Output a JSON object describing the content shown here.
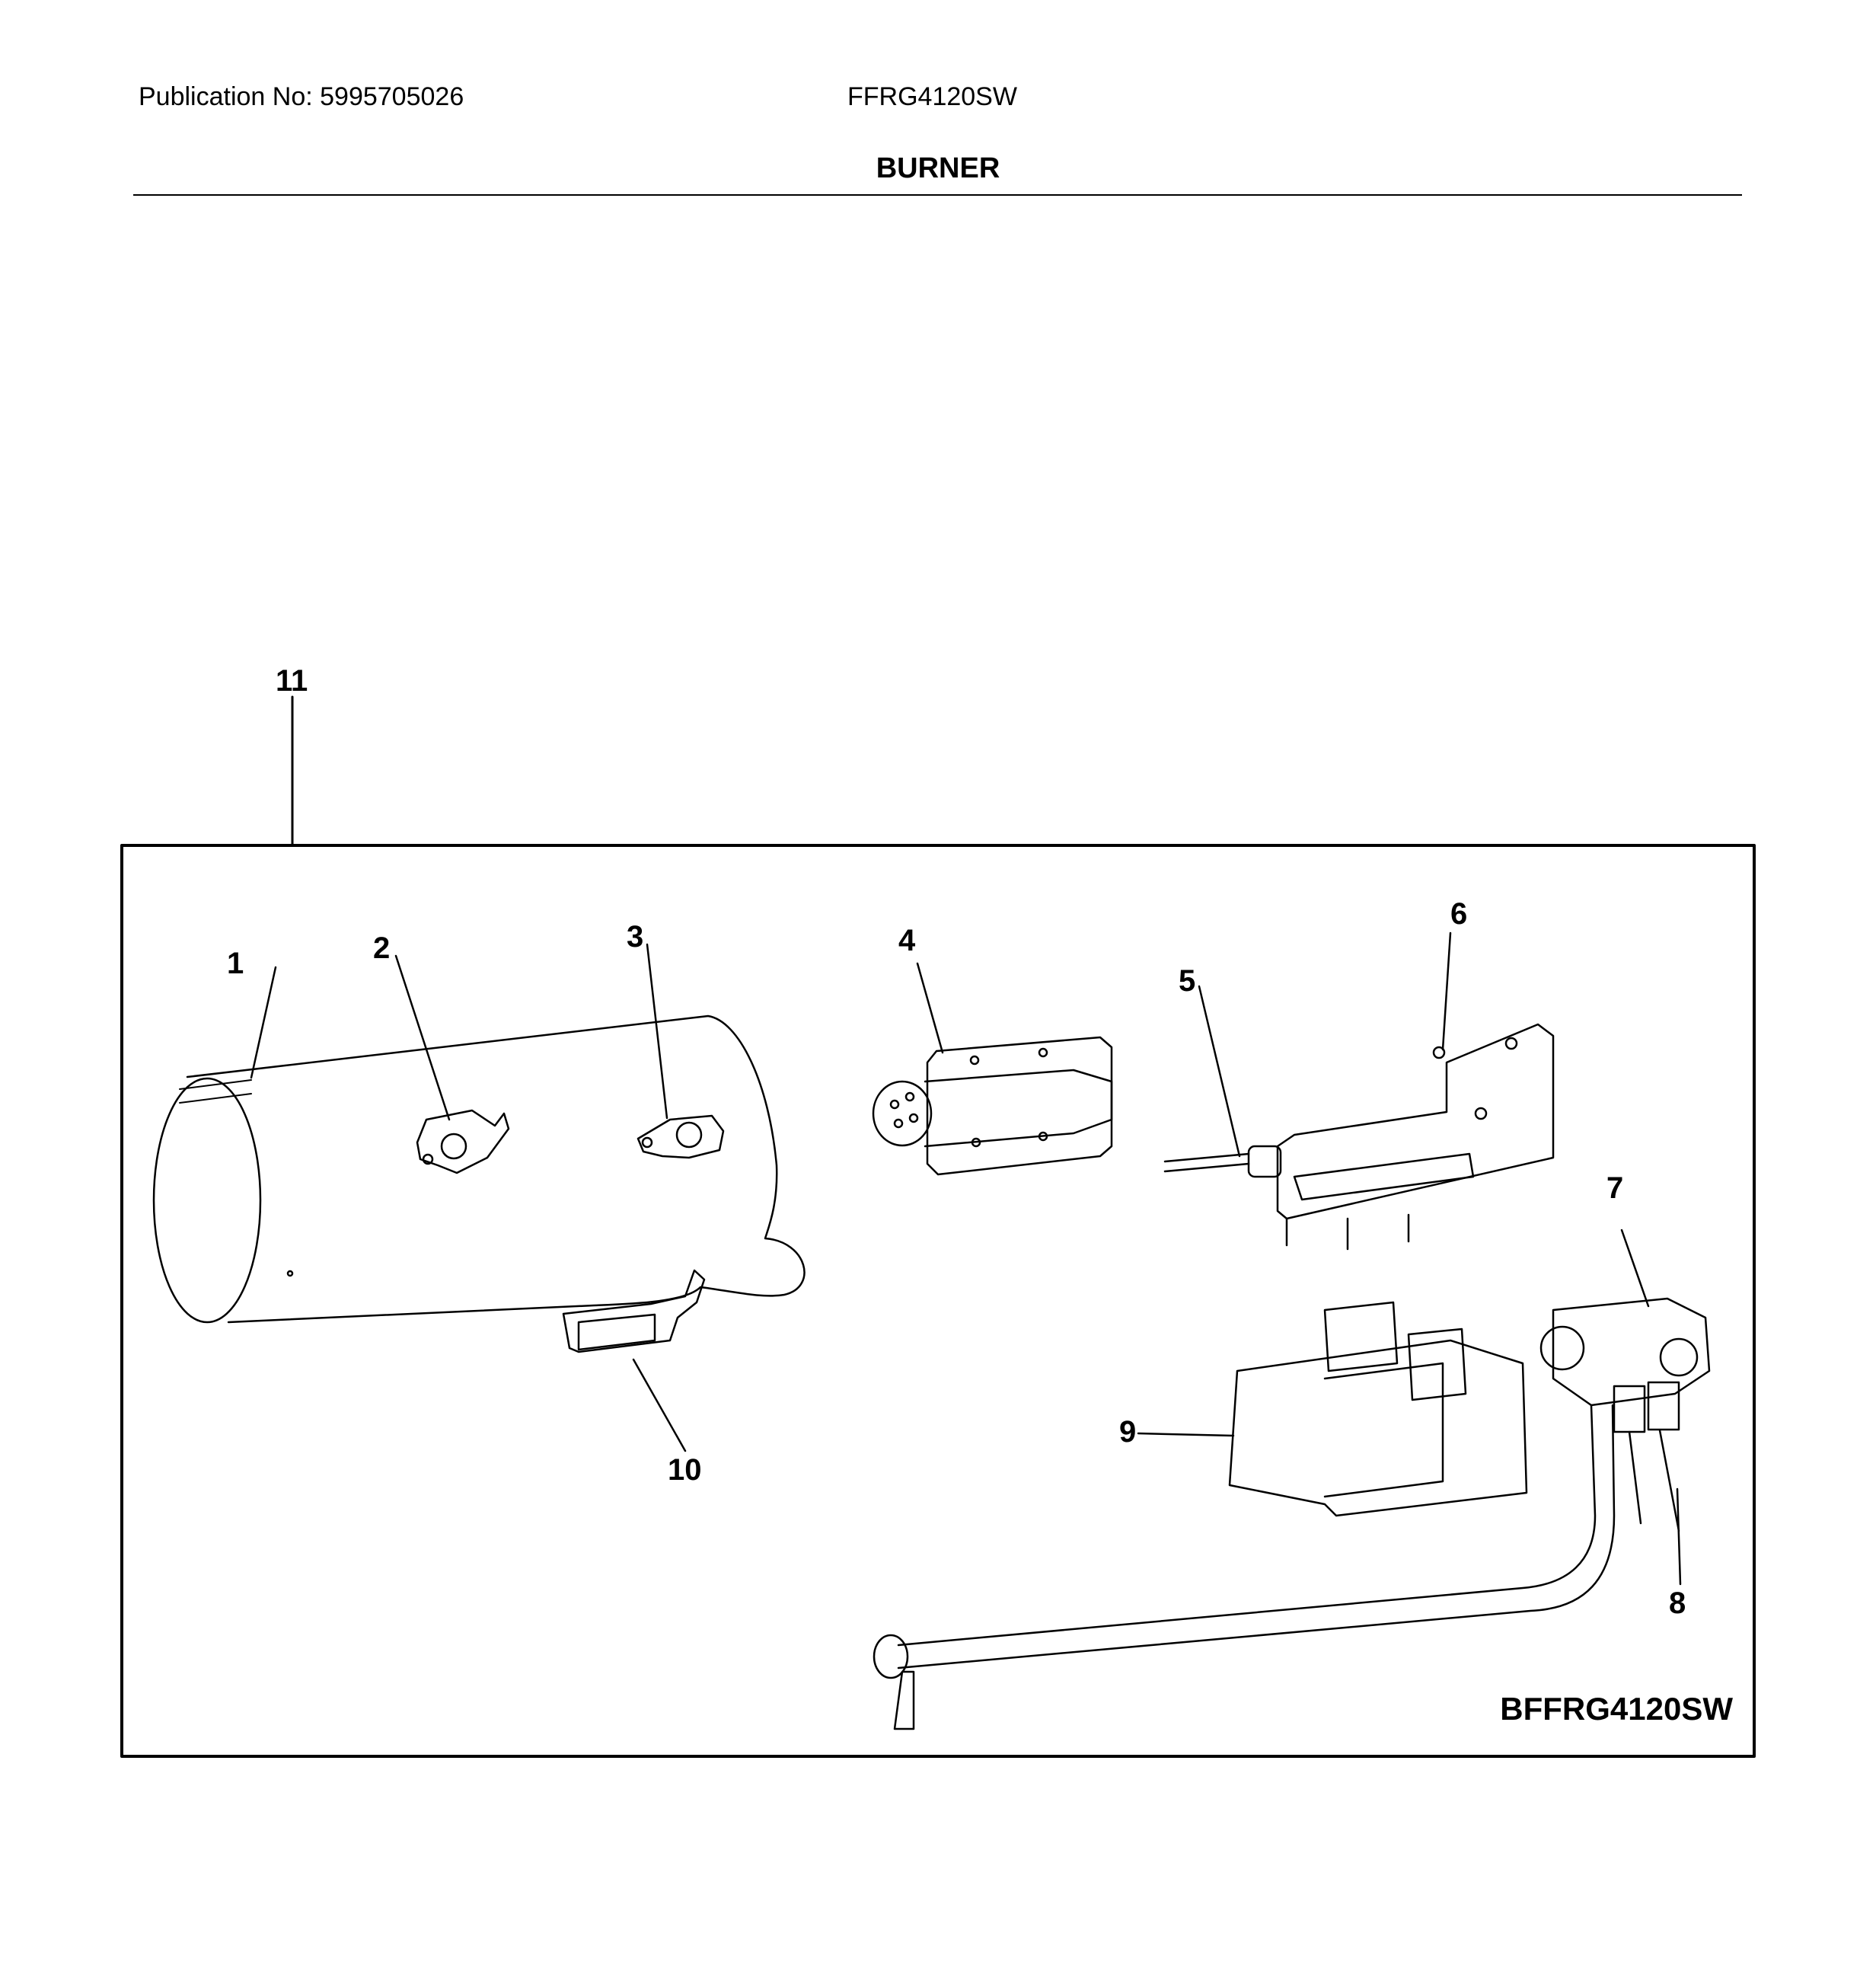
{
  "header": {
    "publication": "Publication No: 5995705026",
    "model": "FFRG4120SW",
    "title": "BURNER"
  },
  "diagram": {
    "assembly_label": "11",
    "callouts": [
      {
        "id": "1",
        "label": "1"
      },
      {
        "id": "2",
        "label": "2"
      },
      {
        "id": "3",
        "label": "3"
      },
      {
        "id": "4",
        "label": "4"
      },
      {
        "id": "5",
        "label": "5"
      },
      {
        "id": "6",
        "label": "6"
      },
      {
        "id": "7",
        "label": "7"
      },
      {
        "id": "8",
        "label": "8"
      },
      {
        "id": "9",
        "label": "9"
      },
      {
        "id": "10",
        "label": "10"
      }
    ],
    "drawing_code": "BFFRG4120SW"
  }
}
